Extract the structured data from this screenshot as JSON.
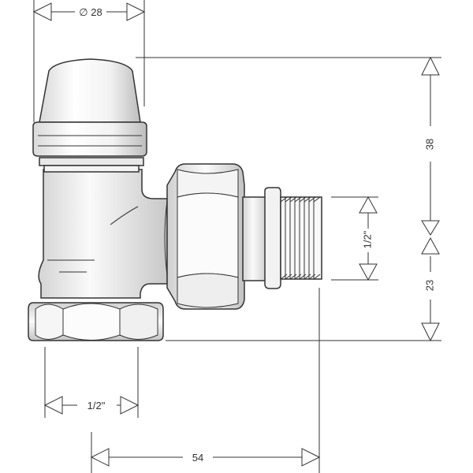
{
  "dimensions": {
    "diameter_top": "∅ 28",
    "height_upper": "38",
    "height_lower": "23",
    "thread_side": "1/2\"",
    "thread_bottom": "1/2\"",
    "width_total": "54"
  },
  "colors": {
    "line": "#333333",
    "fill_light": "#ffffff",
    "fill_shade": "#e6e6e6",
    "fill_dark": "#cfcfcf"
  }
}
